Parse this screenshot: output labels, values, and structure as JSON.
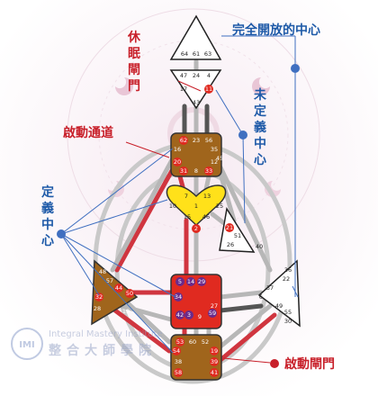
{
  "labels": {
    "open_center": "完全開放的中心",
    "dormant_gate": [
      "休",
      "眠",
      "閘",
      "門"
    ],
    "undefined_center": [
      "未",
      "定",
      "義",
      "中",
      "心"
    ],
    "active_channel": "啟動通道",
    "defined_center": [
      "定",
      "義",
      "中",
      "心"
    ],
    "active_gate": "啟動閘門"
  },
  "watermark": {
    "logo_text": "IMI",
    "english": "Integral Mastery Institute",
    "chinese": "整合大師學院"
  },
  "colors": {
    "label_red": "#c8202a",
    "label_blue": "#1e5aa8",
    "channel_red": "#d0353f",
    "channel_gray": "#b7b7b7",
    "channel_dark": "#555555",
    "center_brown": "#a0651c",
    "center_yellow": "#ffe11a",
    "center_red": "#e02a20",
    "marker_blue": "#3f6fc0"
  },
  "centers": {
    "head": [
      "64",
      "61",
      "63"
    ],
    "ajna": [
      "47",
      "24",
      "4",
      "17",
      "11",
      "43"
    ],
    "throat": [
      "62",
      "23",
      "56",
      "16",
      "35",
      "20",
      "12",
      "31",
      "8",
      "33",
      "45"
    ],
    "g": [
      "7",
      "1",
      "13",
      "10",
      "15",
      "46",
      "25",
      "2"
    ],
    "ego": [
      "21",
      "51",
      "26",
      "40"
    ],
    "spleen": [
      "48",
      "57",
      "44",
      "50",
      "32",
      "28",
      "18"
    ],
    "sacral": [
      "5",
      "14",
      "29",
      "34",
      "27",
      "42",
      "3",
      "9",
      "59"
    ],
    "solar": [
      "36",
      "22",
      "37",
      "6",
      "49",
      "55",
      "30"
    ],
    "root": [
      "53",
      "60",
      "52",
      "54",
      "19",
      "38",
      "39",
      "58",
      "41"
    ]
  }
}
